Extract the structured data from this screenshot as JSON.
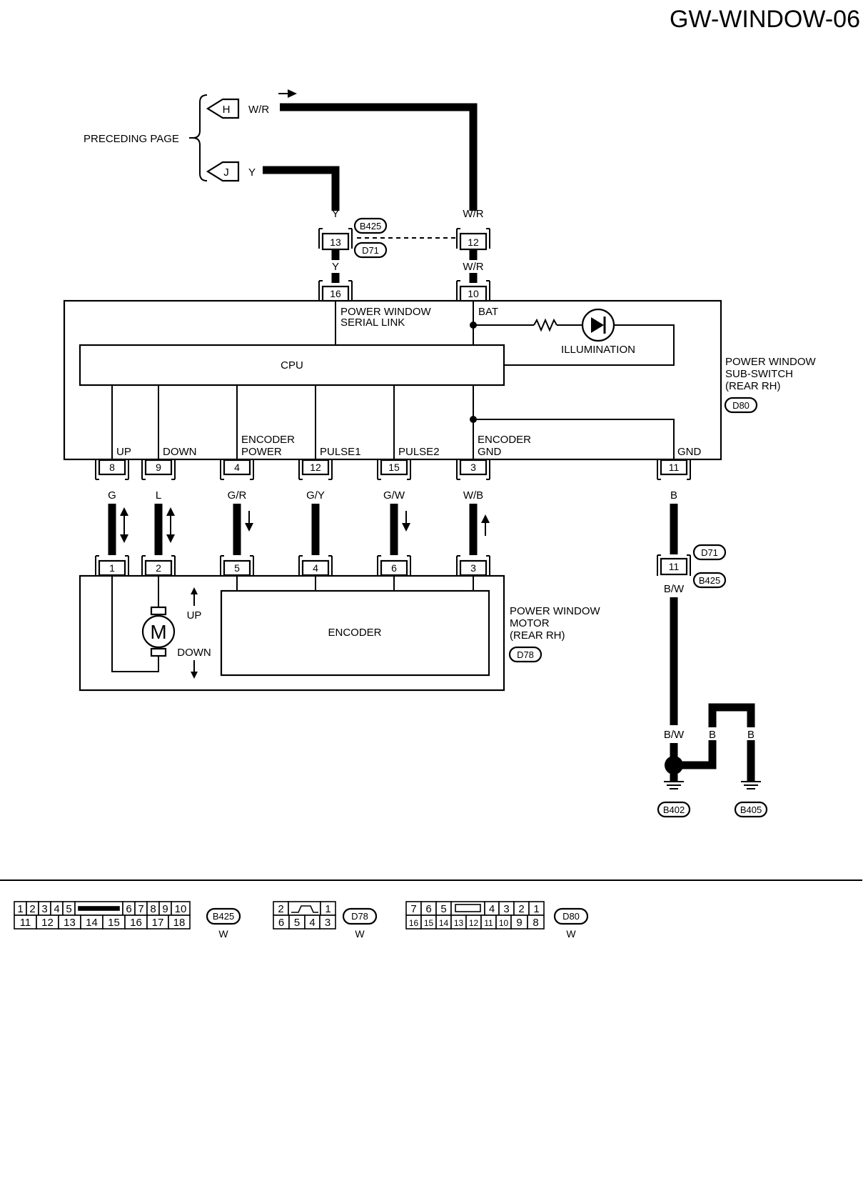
{
  "page_title": "GW-WINDOW-06",
  "preceding_page": {
    "label": "PRECEDING PAGE",
    "refs": [
      {
        "letter": "H",
        "wire": "W/R"
      },
      {
        "letter": "J",
        "wire": "Y"
      }
    ]
  },
  "joint_connector": {
    "codes": [
      "B425",
      "D71"
    ],
    "pins": [
      {
        "number": "13",
        "wire_above": "Y",
        "wire_below": "Y"
      },
      {
        "number": "12",
        "wire_above": "W/R",
        "wire_below": "W/R"
      }
    ]
  },
  "sub_switch": {
    "name_lines": [
      "POWER WINDOW",
      "SUB-SWITCH",
      "(REAR RH)"
    ],
    "code": "D80",
    "cpu_label": "CPU",
    "serial_link_lines": [
      "POWER WINDOW",
      "SERIAL LINK"
    ],
    "bat_label": "BAT",
    "illumination_label": "ILLUMINATION",
    "top_pins": [
      "16",
      "10"
    ],
    "bottom_pins": [
      {
        "number": "8",
        "signal": "UP",
        "wire": "G"
      },
      {
        "number": "9",
        "signal": "DOWN",
        "wire": "L"
      },
      {
        "number": "4",
        "signal": "ENCODER POWER",
        "signal_lines": [
          "ENCODER",
          "POWER"
        ],
        "wire": "G/R"
      },
      {
        "number": "12",
        "signal": "PULSE1",
        "wire": "G/Y"
      },
      {
        "number": "15",
        "signal": "PULSE2",
        "wire": "G/W"
      },
      {
        "number": "3",
        "signal": "ENCODER GND",
        "signal_lines": [
          "ENCODER",
          "GND"
        ],
        "wire": "W/B"
      },
      {
        "number": "11",
        "signal": "GND",
        "wire": "B"
      }
    ]
  },
  "motor": {
    "name_lines": [
      "POWER WINDOW",
      "MOTOR",
      "(REAR RH)"
    ],
    "code": "D78",
    "motor_symbol": "M",
    "encoder_label": "ENCODER",
    "up_label": "UP",
    "down_label": "DOWN",
    "pins": [
      "1",
      "2",
      "5",
      "4",
      "6",
      "3"
    ]
  },
  "ground_path": {
    "connector_pin": "11",
    "connector_codes": [
      "D71",
      "B425"
    ],
    "wire_below": "B/W",
    "splice_wires": [
      "B/W",
      "B",
      "B"
    ],
    "grounds": [
      "B402",
      "B405"
    ]
  },
  "connector_tables": [
    {
      "code": "B425",
      "color": "W",
      "rows": [
        [
          "1",
          "2",
          "3",
          "4",
          "5",
          "",
          "6",
          "7",
          "8",
          "9",
          "10"
        ],
        [
          "11",
          "12",
          "13",
          "14",
          "15",
          "16",
          "17",
          "18"
        ]
      ]
    },
    {
      "code": "D78",
      "color": "W",
      "rows": [
        [
          "2",
          "",
          "1"
        ],
        [
          "6",
          "5",
          "4",
          "3"
        ]
      ]
    },
    {
      "code": "D80",
      "color": "W",
      "rows": [
        [
          "7",
          "6",
          "5",
          "",
          "4",
          "3",
          "2",
          "1"
        ],
        [
          "16",
          "15",
          "14",
          "13",
          "12",
          "11",
          "10",
          "9",
          "8"
        ]
      ]
    }
  ]
}
